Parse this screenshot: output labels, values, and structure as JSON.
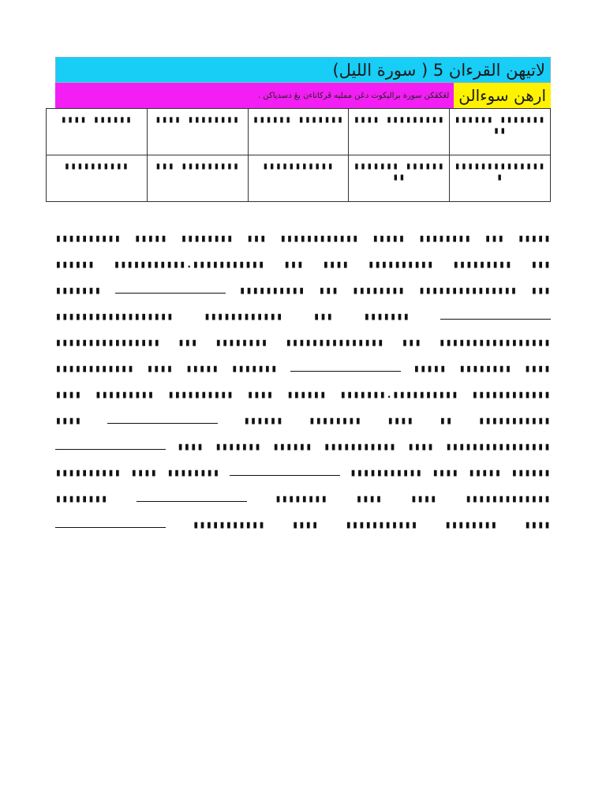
{
  "title": "لاتيهن القرءان 5 ( سورة الليل)",
  "subtitle": {
    "label": "ارهن سوءالن",
    "instruction": "لڠكڤكن سورة براليكوت دڠن ممليه ڤركاتاءن يڠ دسدياكن ."
  },
  "word_table": {
    "rows": [
      [
        "▮▮▮▮ ▮▮▮▮▮▮",
        "▮▮▮▮ ▮▮▮▮▮▮▮▮",
        "▮▮▮▮▮▮ ▮▮▮▮▮▮▮",
        "▮▮▮▮ ▮▮▮▮▮▮▮▮▮",
        "▮▮▮▮▮▮ ▮▮▮▮▮▮▮▮▮"
      ],
      [
        "▮▮▮▮▮▮▮▮▮▮",
        "▮▮▮ ▮▮▮▮▮▮▮▮▮",
        "▮▮▮▮▮▮▮▮▮▮▮",
        "▮▮▮▮▮▮▮ ▮▮▮▮▮▮▮▮",
        "▮▮▮▮▮▮▮▮▮▮▮▮▮▮▮"
      ]
    ]
  },
  "passage_lines": [
    [
      "▮▮▮▮▮▮▮▮▮▮",
      "▮▮▮▮▮",
      "▮▮▮▮▮▮▮▮",
      "▮▮▮",
      "▮▮▮▮▮▮▮▮▮▮▮▮",
      "▮▮▮▮▮",
      "▮▮▮▮▮▮▮▮",
      "▮▮▮",
      "▮▮▮▮▮"
    ],
    [
      "▮▮▮▮▮▮",
      "▮▮▮▮▮▮▮▮▮▮▮.▮▮▮▮▮▮▮▮▮▮▮",
      "▮▮▮",
      "▮▮▮▮",
      "▮▮▮▮▮▮▮▮▮▮",
      "▮▮▮▮▮▮▮▮▮",
      "▮▮▮"
    ],
    [
      "▮▮▮▮▮▮▮",
      "__BLANK__",
      "▮▮▮▮▮▮▮▮▮▮",
      "▮▮▮",
      "▮▮▮▮▮▮▮▮",
      "▮▮▮▮▮▮▮▮▮▮▮▮▮▮▮",
      "▮▮▮"
    ],
    [
      "▮▮▮▮▮▮▮▮▮▮▮▮▮▮▮▮▮▮",
      "▮▮▮▮▮▮▮▮▮▮▮▮",
      "▮▮▮",
      "▮▮▮▮▮▮▮",
      "__BLANK__"
    ],
    [
      "▮▮▮▮▮▮▮▮▮▮▮▮▮▮▮▮",
      "▮▮▮",
      "▮▮▮▮▮▮▮▮",
      "▮▮▮▮▮▮▮▮▮▮▮▮▮▮▮",
      "▮▮▮",
      "▮▮▮▮▮▮▮▮▮▮▮▮▮▮▮▮▮"
    ],
    [
      "▮▮▮▮▮▮▮▮▮▮▮▮",
      "▮▮▮▮",
      "▮▮▮▮▮",
      "▮▮▮▮▮▮▮",
      "__BLANK__",
      "▮▮▮▮▮",
      "▮▮▮▮▮▮▮▮",
      "▮▮▮▮"
    ],
    [
      "▮▮▮▮",
      "▮▮▮▮▮▮▮▮▮",
      "▮▮▮▮▮▮▮▮▮▮",
      "▮▮▮▮",
      "▮▮▮▮▮▮",
      "▮▮▮▮▮▮▮.▮▮▮▮▮▮▮▮▮▮",
      "▮▮▮▮▮▮▮▮▮▮▮▮"
    ],
    [
      "▮▮▮▮",
      "__BLANK__",
      "▮▮▮▮▮▮",
      "▮▮▮▮▮▮▮▮",
      "▮▮▮▮",
      "▮▮",
      "▮▮▮▮▮▮▮▮▮▮▮"
    ],
    [
      "__BLANK__",
      "▮▮▮▮",
      "▮▮▮▮▮▮▮",
      "▮▮▮▮▮▮",
      "▮▮▮▮▮▮▮▮▮▮▮",
      "▮▮▮▮",
      "▮▮▮▮▮▮▮▮▮▮▮▮▮▮▮▮"
    ],
    [
      "▮▮▮▮▮▮▮▮▮▮",
      "▮▮▮▮",
      "▮▮▮▮▮▮▮▮",
      "__BLANK__",
      "▮▮▮▮▮▮▮▮▮▮▮",
      "▮▮▮▮",
      "▮▮▮▮▮",
      "▮▮▮▮▮▮"
    ],
    [
      "▮▮▮▮▮▮▮▮",
      "__BLANK__",
      "▮▮▮▮▮▮▮▮",
      "▮▮▮▮",
      "▮▮▮▮",
      "▮▮▮▮▮▮▮▮▮▮▮▮▮"
    ],
    [
      "__BLANK__",
      "▮▮▮▮▮▮▮▮▮▮▮",
      "▮▮▮▮",
      "▮▮▮▮▮▮▮▮▮▮▮",
      "▮▮▮▮▮▮▮▮",
      "▮▮▮▮"
    ]
  ],
  "colors": {
    "title_bg": "#18cdf6",
    "subtitle_bg": "#f21ef3",
    "label_bg": "#fff200"
  }
}
